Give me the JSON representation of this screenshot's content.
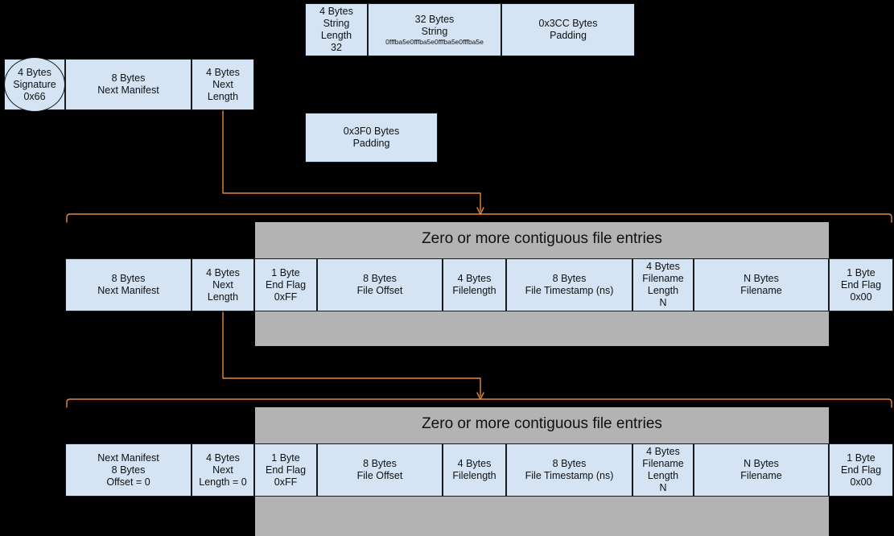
{
  "diagram": {
    "title": "Manifest and file-entry binary layout",
    "colors": {
      "background": "#000000",
      "field_fill": "#d4e4f5",
      "field_stroke": "#1a1a1a",
      "band_fill": "#b3b3b3",
      "connector": "#e8883a"
    },
    "string_row": {
      "fields": [
        {
          "name": "string-length-field",
          "lines": [
            "4 Bytes",
            "String",
            "Length",
            "32"
          ]
        },
        {
          "name": "string-value-field",
          "lines": [
            "32 Bytes",
            "String"
          ],
          "mono_line": "0fffba5e0fffba5e0fffba5e0fffba5e"
        },
        {
          "name": "string-padding-field",
          "lines": [
            "0x3CC Bytes",
            "Padding"
          ]
        }
      ]
    },
    "header_row": {
      "fields": [
        {
          "name": "signature-field",
          "lines": [
            "4 Bytes",
            "Signature",
            "0x66"
          ],
          "shape": "ellipse"
        },
        {
          "name": "next-manifest-field",
          "lines": [
            "8 Bytes",
            "Next Manifest"
          ]
        },
        {
          "name": "next-length-field",
          "lines": [
            "4 Bytes",
            "Next",
            "Length"
          ]
        }
      ]
    },
    "padding_box": {
      "name": "manifest-padding-field",
      "lines": [
        "0x3F0 Bytes",
        "Padding"
      ]
    },
    "sections": [
      {
        "name": "file-entries-section-1",
        "band_label": "Zero or more contiguous file entries",
        "fields": [
          {
            "name": "next-manifest-field",
            "lines": [
              "8 Bytes",
              "Next Manifest"
            ]
          },
          {
            "name": "next-length-field",
            "lines": [
              "4 Bytes",
              "Next",
              "Length"
            ]
          },
          {
            "name": "end-flag-ff-field",
            "lines": [
              "1 Byte",
              "End Flag",
              "0xFF"
            ]
          },
          {
            "name": "file-offset-field",
            "lines": [
              "8 Bytes",
              "File Offset"
            ]
          },
          {
            "name": "filelength-field",
            "lines": [
              "4 Bytes",
              "Filelength"
            ]
          },
          {
            "name": "file-timestamp-field",
            "lines": [
              "8 Bytes",
              "File Timestamp (ns)"
            ]
          },
          {
            "name": "filename-length-field",
            "lines": [
              "4 Bytes",
              "Filename",
              "Length",
              "N"
            ]
          },
          {
            "name": "filename-field",
            "lines": [
              "N Bytes",
              "Filename"
            ]
          },
          {
            "name": "end-flag-00-field",
            "lines": [
              "1 Byte",
              "End Flag",
              "0x00"
            ]
          }
        ]
      },
      {
        "name": "file-entries-section-2",
        "band_label": "Zero or more contiguous file entries",
        "fields": [
          {
            "name": "next-manifest-field",
            "lines": [
              "Next Manifest",
              "8 Bytes",
              "Offset = 0"
            ]
          },
          {
            "name": "next-length-field",
            "lines": [
              "4 Bytes",
              "Next",
              "Length = 0"
            ]
          },
          {
            "name": "end-flag-ff-field",
            "lines": [
              "1 Byte",
              "End Flag",
              "0xFF"
            ]
          },
          {
            "name": "file-offset-field",
            "lines": [
              "8 Bytes",
              "File Offset"
            ]
          },
          {
            "name": "filelength-field",
            "lines": [
              "4 Bytes",
              "Filelength"
            ]
          },
          {
            "name": "file-timestamp-field",
            "lines": [
              "8 Bytes",
              "File Timestamp (ns)"
            ]
          },
          {
            "name": "filename-length-field",
            "lines": [
              "4 Bytes",
              "Filename",
              "Length",
              "N"
            ]
          },
          {
            "name": "filename-field",
            "lines": [
              "N Bytes",
              "Filename"
            ]
          },
          {
            "name": "end-flag-00-field",
            "lines": [
              "1 Byte",
              "End Flag",
              "0x00"
            ]
          }
        ]
      }
    ]
  }
}
